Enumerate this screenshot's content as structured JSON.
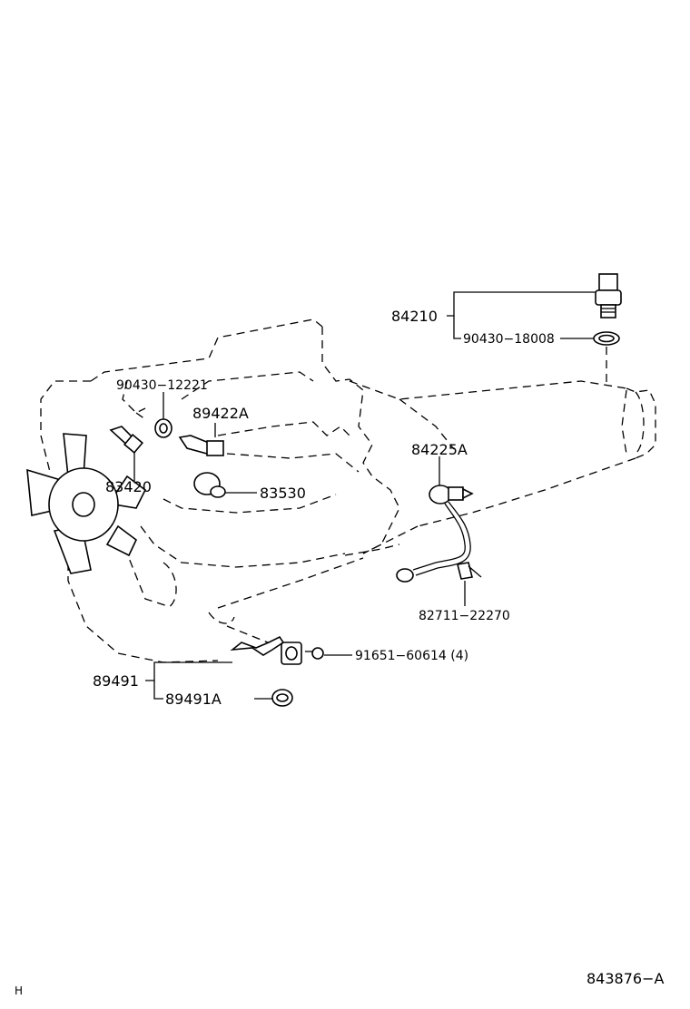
{
  "diagram": {
    "labels": {
      "p84210": "84210",
      "p90430_18008": "90430−18008",
      "p90430_12221": "90430−12221",
      "p89422A": "89422A",
      "p83420": "83420",
      "p83530": "83530",
      "p84225A": "84225A",
      "p82711_22270": "82711−22270",
      "p91651_60614": "91651−60614 (4)",
      "p89491": "89491",
      "p89491A": "89491A"
    },
    "corner_mark": "H",
    "figure_code": "843876−A"
  }
}
